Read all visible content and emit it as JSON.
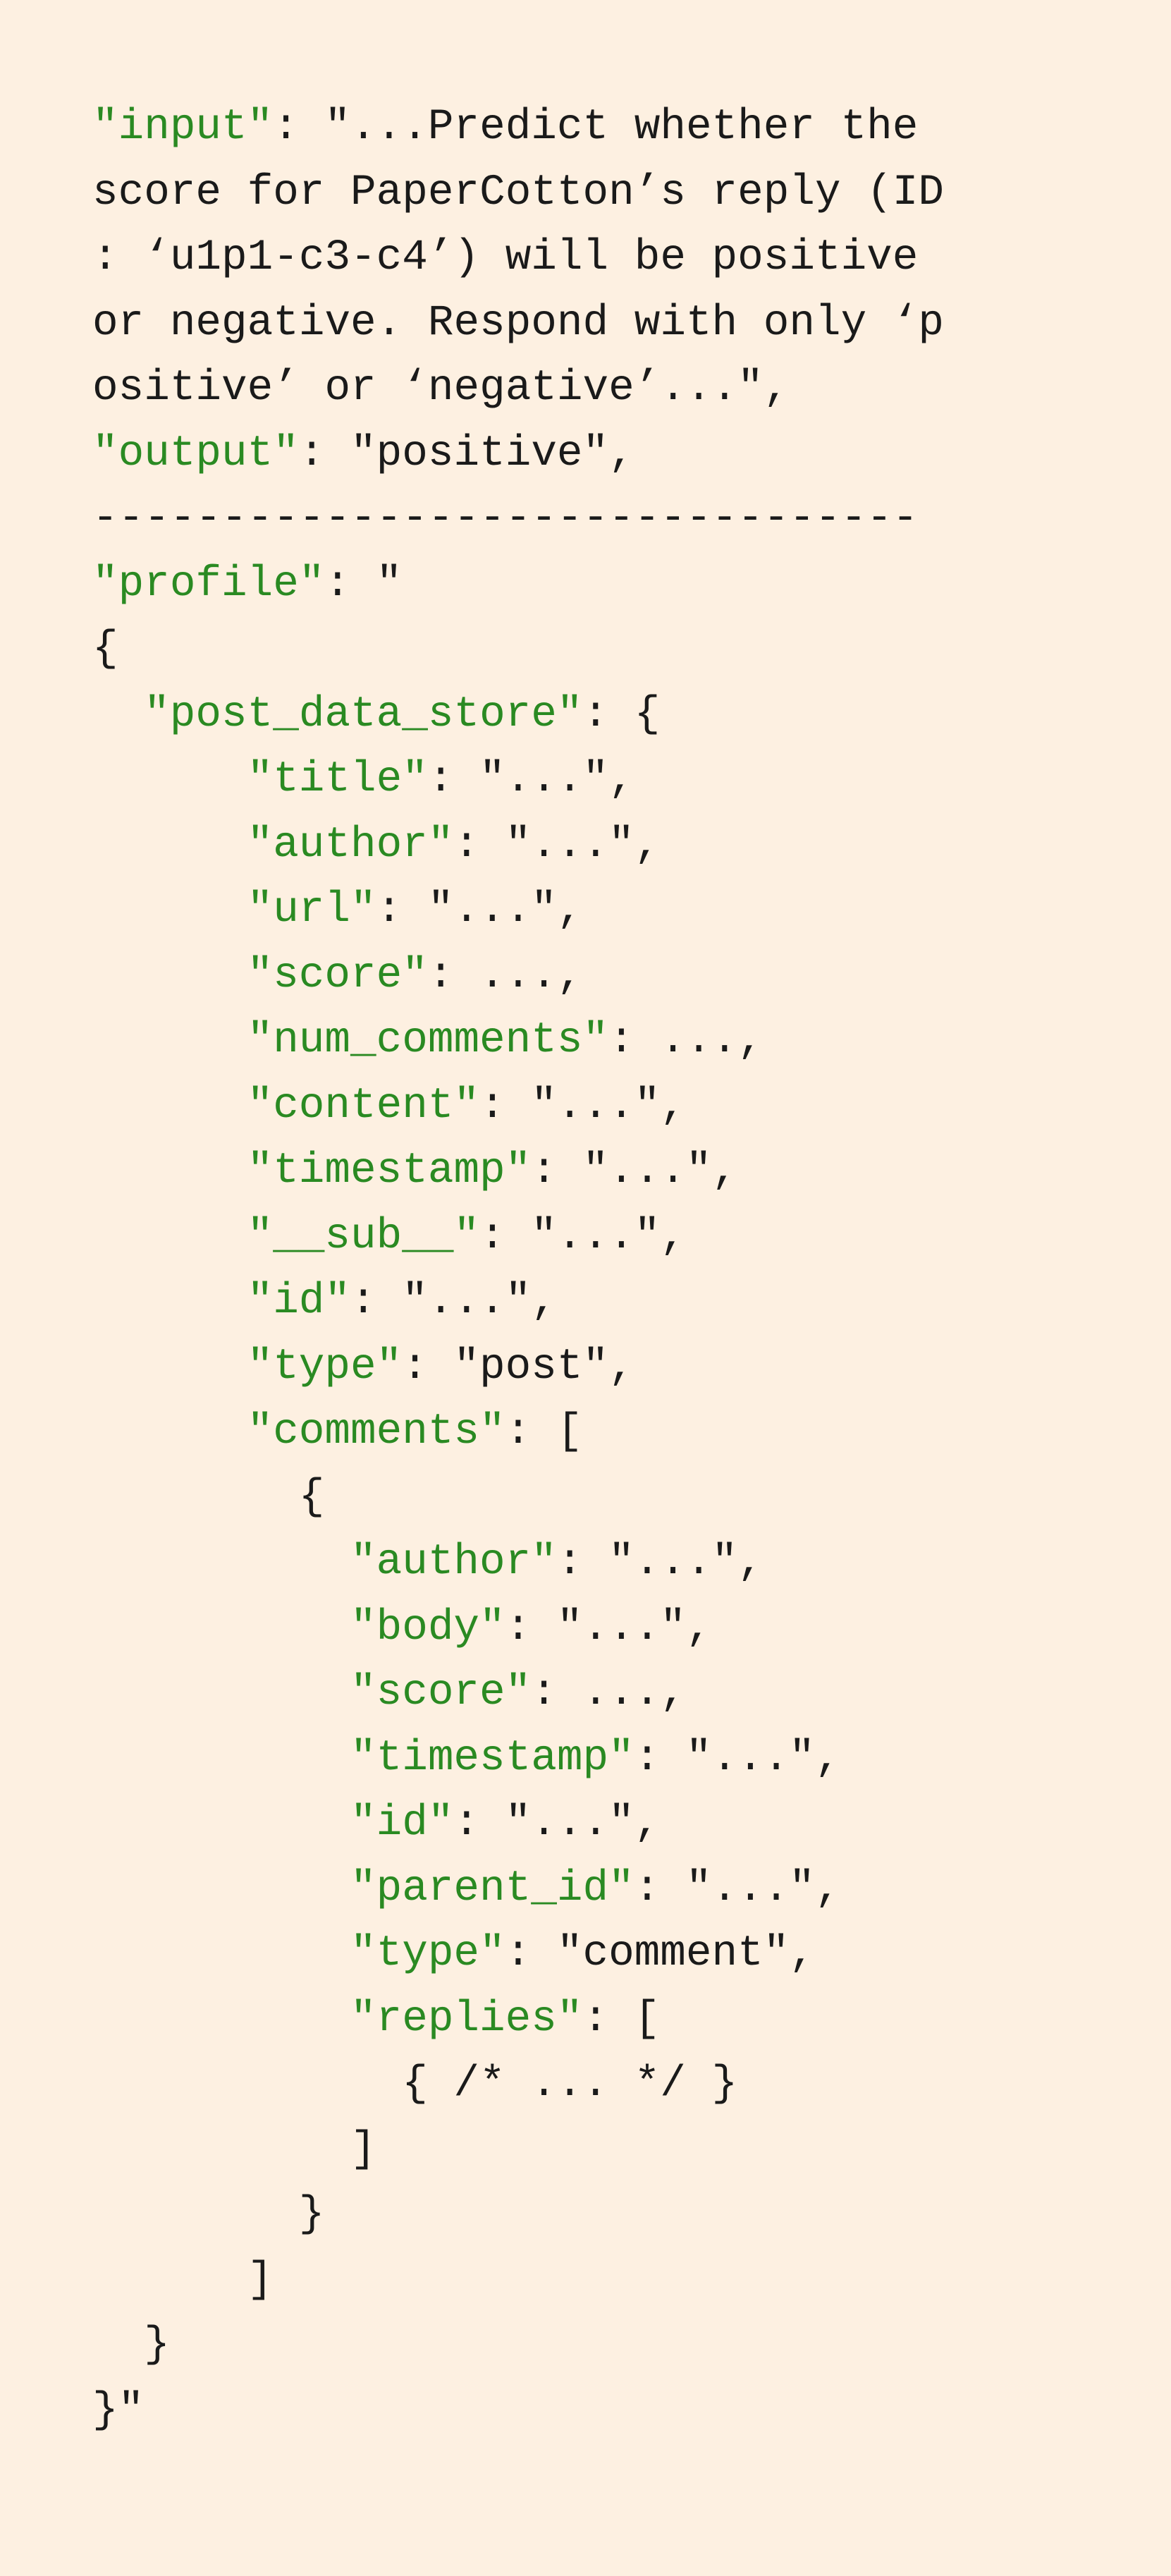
{
  "colors": {
    "background": "#fdf0e1",
    "key": "#2a8a22",
    "text": "#1a1a1a"
  },
  "lines": [
    {
      "indent": 0,
      "key": "\"input\"",
      "rest": ": \"...Predict whether the"
    },
    {
      "indent": 0,
      "key": "",
      "rest": "score for PaperCotton’s reply (ID"
    },
    {
      "indent": 0,
      "key": "",
      "rest": ": ‘u1p1-c3-c4’) will be positive"
    },
    {
      "indent": 0,
      "key": "",
      "rest": "or negative. Respond with only ‘p"
    },
    {
      "indent": 0,
      "key": "",
      "rest": "ositive’ or ‘negative’...\","
    },
    {
      "indent": 0,
      "key": "\"output\"",
      "rest": ": \"positive\","
    },
    {
      "indent": 0,
      "key": "",
      "rest": "--------------------------------"
    },
    {
      "indent": 0,
      "key": "\"profile\"",
      "rest": ": \""
    },
    {
      "indent": 0,
      "key": "",
      "rest": "{"
    },
    {
      "indent": 2,
      "key": "\"post_data_store\"",
      "rest": ": {"
    },
    {
      "indent": 6,
      "key": "\"title\"",
      "rest": ": \"...\","
    },
    {
      "indent": 6,
      "key": "\"author\"",
      "rest": ": \"...\","
    },
    {
      "indent": 6,
      "key": "\"url\"",
      "rest": ": \"...\","
    },
    {
      "indent": 6,
      "key": "\"score\"",
      "rest": ": ...,"
    },
    {
      "indent": 6,
      "key": "\"num_comments\"",
      "rest": ": ...,"
    },
    {
      "indent": 6,
      "key": "\"content\"",
      "rest": ": \"...\","
    },
    {
      "indent": 6,
      "key": "\"timestamp\"",
      "rest": ": \"...\","
    },
    {
      "indent": 6,
      "key": "\"__sub__\"",
      "rest": ": \"...\","
    },
    {
      "indent": 6,
      "key": "\"id\"",
      "rest": ": \"...\","
    },
    {
      "indent": 6,
      "key": "\"type\"",
      "rest": ": \"post\","
    },
    {
      "indent": 6,
      "key": "\"comments\"",
      "rest": ": ["
    },
    {
      "indent": 8,
      "key": "",
      "rest": "{"
    },
    {
      "indent": 10,
      "key": "\"author\"",
      "rest": ": \"...\","
    },
    {
      "indent": 10,
      "key": "\"body\"",
      "rest": ": \"...\","
    },
    {
      "indent": 10,
      "key": "\"score\"",
      "rest": ": ...,"
    },
    {
      "indent": 10,
      "key": "\"timestamp\"",
      "rest": ": \"...\","
    },
    {
      "indent": 10,
      "key": "\"id\"",
      "rest": ": \"...\","
    },
    {
      "indent": 10,
      "key": "\"parent_id\"",
      "rest": ": \"...\","
    },
    {
      "indent": 10,
      "key": "\"type\"",
      "rest": ": \"comment\","
    },
    {
      "indent": 10,
      "key": "\"replies\"",
      "rest": ": ["
    },
    {
      "indent": 12,
      "key": "",
      "rest": "{ /* ... */ }"
    },
    {
      "indent": 10,
      "key": "",
      "rest": "]"
    },
    {
      "indent": 8,
      "key": "",
      "rest": "}"
    },
    {
      "indent": 6,
      "key": "",
      "rest": "]"
    },
    {
      "indent": 2,
      "key": "",
      "rest": "}"
    },
    {
      "indent": 0,
      "key": "",
      "rest": "}\""
    }
  ]
}
